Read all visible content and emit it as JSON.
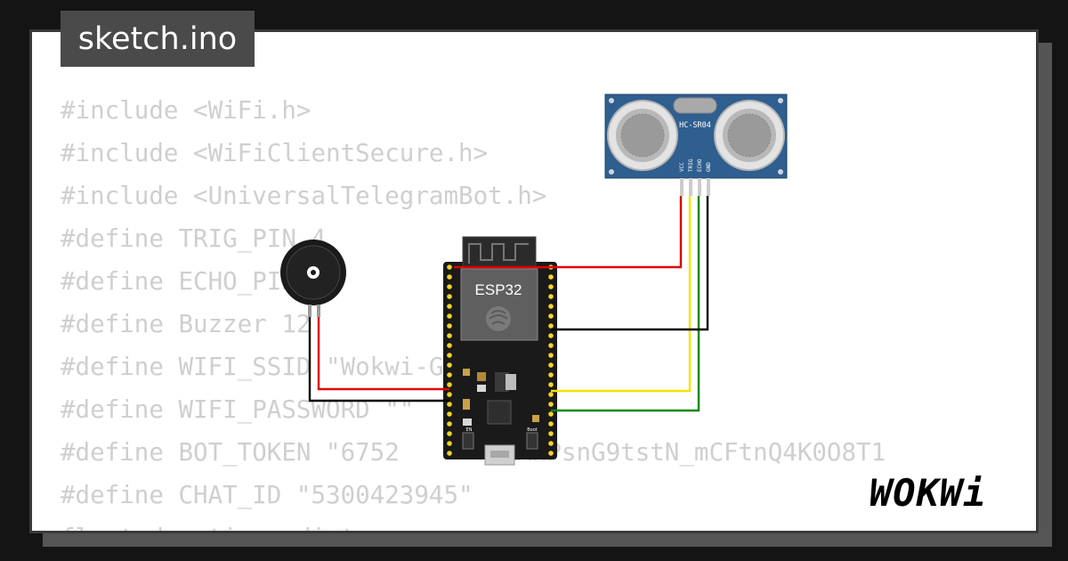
{
  "tab": {
    "label": "sketch.ino"
  },
  "code": {
    "lines": [
      "#include <WiFi.h>",
      "#include <WiFiClientSecure.h>",
      "#include <UniversalTelegramBot.h>",
      "#define TRIG_PIN 4",
      "#define ECHO_PIN 2",
      "#define Buzzer 12",
      "#define WIFI_SSID \"Wokwi-GUEST\"",
      "#define WIFI_PASSWORD \"\"",
      "#define BOT_TOKEN \"6752      :AAHPsnG9tstN_mCFtnQ4K0O8T1",
      "#define CHAT_ID \"5300423945\"",
      "float duration, distance;"
    ]
  },
  "diagram": {
    "sensor": {
      "model": "HC-SR04",
      "pins": [
        "VCC",
        "TRIG",
        "ECHO",
        "GND"
      ]
    },
    "board": {
      "label": "ESP32",
      "boot_label": "Boot",
      "en_label": "EN"
    },
    "wires": {
      "red": "#e00000",
      "yellow": "#f2e600",
      "green": "#0a8a0a",
      "black": "#000000"
    }
  },
  "brand": {
    "logo_text": "WOKWi"
  },
  "colors": {
    "background": "#141414",
    "card": "#ffffff",
    "code_text": "#cfcfcf",
    "tab_bg": "#4a4a4a",
    "sensor_blue": "#2f5f8f",
    "board_black": "#1a1a1a"
  }
}
